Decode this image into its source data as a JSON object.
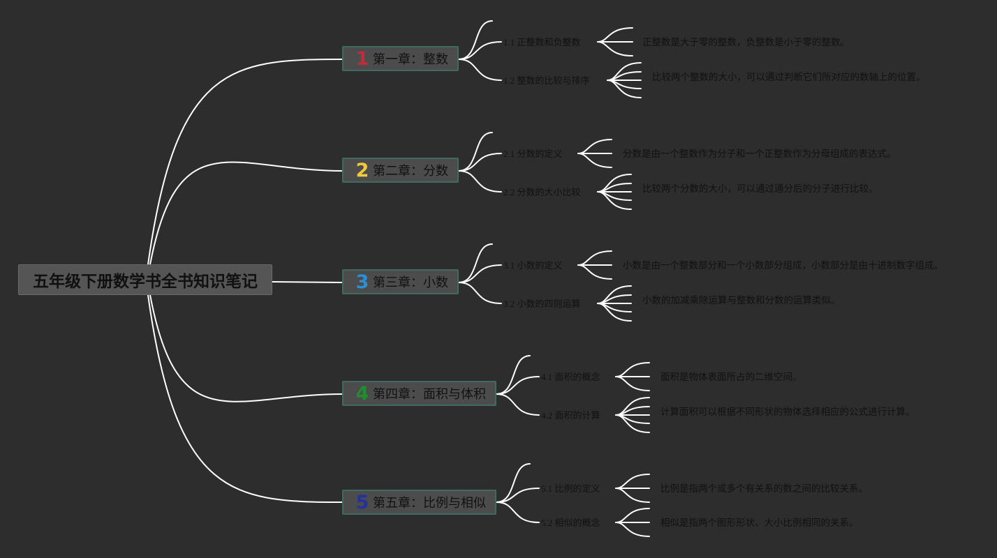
{
  "root": {
    "title": "五年级下册数学书全书知识笔记"
  },
  "chapters": [
    {
      "number": "1",
      "color": "#c62a3a",
      "title": "第一章：整数",
      "sections": [
        {
          "title": "1.1 正整数和负整数",
          "desc": "正整数是大于零的整数，负整数是小于零的整数。"
        },
        {
          "title": "1.2 整数的比较与排序",
          "desc": "比较两个整数的大小，可以通过判断它们所对应的数轴上的位置。"
        }
      ]
    },
    {
      "number": "2",
      "color": "#f0c93c",
      "title": "第二章：分数",
      "sections": [
        {
          "title": "2.1 分数的定义",
          "desc": "分数是由一个整数作为分子和一个正整数作为分母组成的表达式。"
        },
        {
          "title": "2.2 分数的大小比较",
          "desc": "比较两个分数的大小，可以通过通分后的分子进行比较。"
        }
      ]
    },
    {
      "number": "3",
      "color": "#2a8fd6",
      "title": "第三章：小数",
      "sections": [
        {
          "title": "3.1 小数的定义",
          "desc": "小数是由一个整数部分和一个小数部分组成，小数部分是由十进制数字组成。"
        },
        {
          "title": "3.2 小数的四则运算",
          "desc": "小数的加减乘除运算与整数和分数的运算类似。"
        }
      ]
    },
    {
      "number": "4",
      "color": "#1f8f2e",
      "title": "第四章：面积与体积",
      "sections": [
        {
          "title": "4.1 面积的概念",
          "desc": "面积是物体表面所占的二维空间。"
        },
        {
          "title": "4.2 面积的计算",
          "desc": "计算面积可以根据不同形状的物体选择相应的公式进行计算。"
        }
      ]
    },
    {
      "number": "5",
      "color": "#23339a",
      "title": "第五章：比例与相似",
      "sections": [
        {
          "title": "5.1 比例的定义",
          "desc": "比例是指两个或多个有关系的数之间的比较关系。"
        },
        {
          "title": "5.2 相似的概念",
          "desc": "相似是指两个图形形状、大小比例相同的关系。"
        }
      ]
    }
  ]
}
